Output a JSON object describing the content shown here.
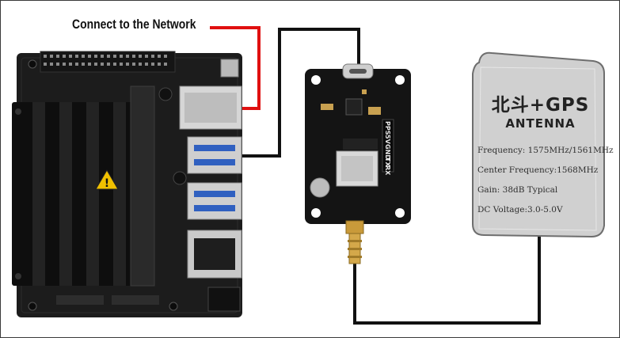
{
  "network_label": "Connect to the Network",
  "antenna": {
    "title": "北斗+GPS",
    "subtitle": "ANTENNA",
    "lines": [
      "Frequency: 1575MHz/1561MHz",
      "Center Frequency:1568MHz",
      "Gain: 38dB Typical",
      "DC Voltage:3.0-5.0V"
    ]
  },
  "module_pins": [
    "PPS",
    "5V",
    "GND",
    "TX",
    "RX"
  ],
  "colors": {
    "network_cable": "#e01010",
    "usb_cable": "#111111",
    "board": "#1c1c1c",
    "heatsink": "#0e0e0e",
    "antenna_body": "#cfcfcf"
  }
}
